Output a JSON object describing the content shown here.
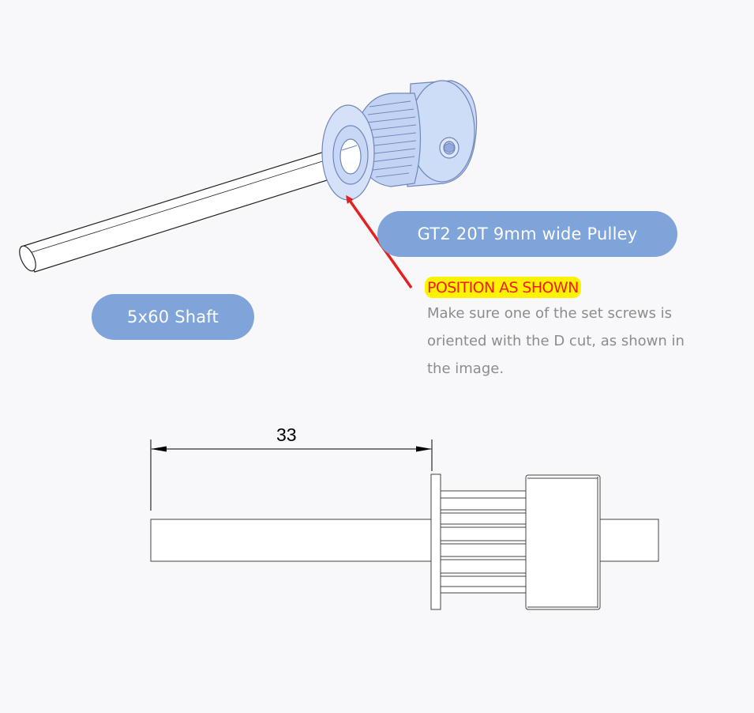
{
  "labels": {
    "pulley": "GT2 20T 9mm wide Pulley",
    "shaft": "5x60 Shaft"
  },
  "note": {
    "title": "POSITION AS SHOWN",
    "body": "Make sure one of the set screws is oriented with the D cut, as shown in the image."
  },
  "dimension": {
    "value": "33"
  },
  "colors": {
    "pill": "#7ea4da",
    "pulley_fill": "#c9d8f6",
    "pulley_stroke": "#6f86b8",
    "highlight": "#fff200",
    "note_title": "#ee1c1c",
    "note_body": "#8c8c8c",
    "arrow": "#e52020"
  }
}
